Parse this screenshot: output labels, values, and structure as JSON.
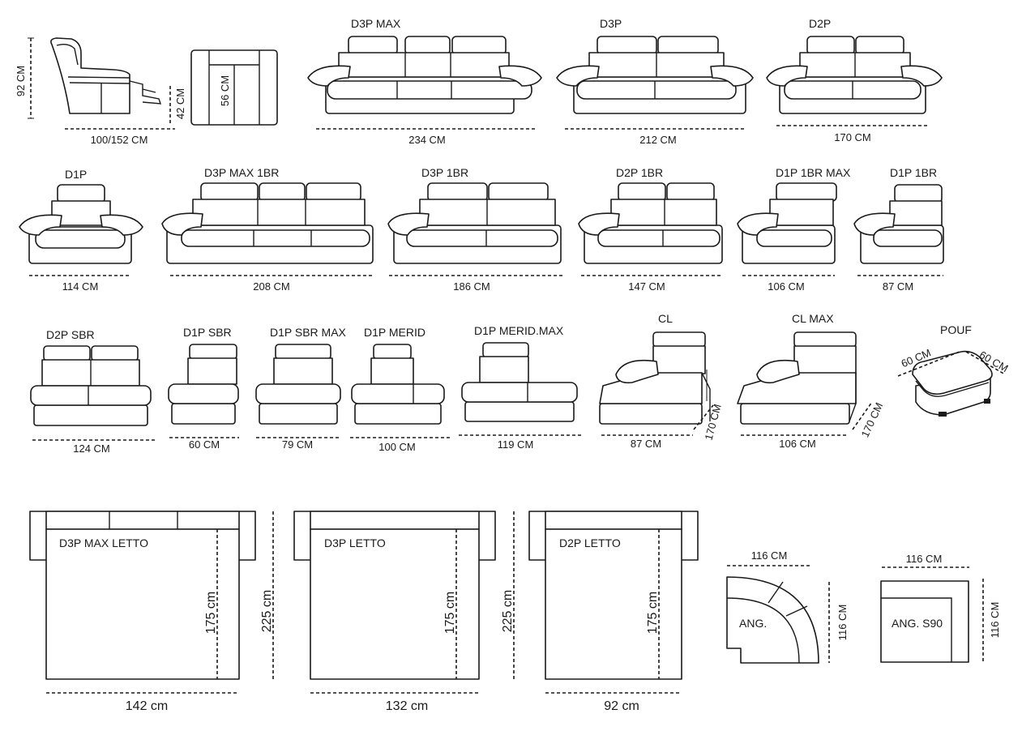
{
  "colors": {
    "ink": "#1a1a1a",
    "background": "#ffffff"
  },
  "recliner": {
    "height": "92 CM",
    "depth": "100/152 CM",
    "seat_height": "42 CM",
    "seat_depth": "56 CM"
  },
  "models_row1": [
    {
      "name": "D3P MAX",
      "width": "234 CM"
    },
    {
      "name": "D3P",
      "width": "212 CM"
    },
    {
      "name": "D2P",
      "width": "170 CM"
    }
  ],
  "models_row2": [
    {
      "name": "D1P",
      "width": "114 CM"
    },
    {
      "name": "D3P MAX 1BR",
      "width": "208 CM"
    },
    {
      "name": "D3P  1BR",
      "width": "186 CM"
    },
    {
      "name": "D2P 1BR",
      "width": "147 CM"
    },
    {
      "name": "D1P 1BR MAX",
      "width": "106 CM"
    },
    {
      "name": "D1P 1BR",
      "width": "87 CM"
    }
  ],
  "models_row3": [
    {
      "name": "D2P SBR",
      "width": "124 CM"
    },
    {
      "name": "D1P SBR",
      "width": "60 CM"
    },
    {
      "name": "D1P SBR MAX",
      "width": "79 CM"
    },
    {
      "name": "D1P MERID",
      "width": "100 CM"
    },
    {
      "name": "D1P MERID.MAX",
      "width": "119 CM"
    },
    {
      "name": "CL",
      "width": "87 CM",
      "depth": "170 CM"
    },
    {
      "name": "CL MAX",
      "width": "106 CM",
      "depth": "170 CM"
    },
    {
      "name": "POUF",
      "width": "60 CM",
      "depth": "60 CM"
    }
  ],
  "beds": [
    {
      "name": "D3P MAX LETTO",
      "width": "142 cm",
      "open_depth": "225 cm",
      "bed_length": "175 cm"
    },
    {
      "name": "D3P LETTO",
      "width": "132 cm",
      "open_depth": "225 cm",
      "bed_length": "175 cm"
    },
    {
      "name": "D2P LETTO",
      "width": "92 cm",
      "open_depth": "",
      "bed_length": "175 cm"
    }
  ],
  "corners": [
    {
      "name": "ANG.",
      "width": "116 CM",
      "depth": "116 CM"
    },
    {
      "name": "ANG. S90",
      "width": "116 CM",
      "depth": "116 CM"
    }
  ]
}
